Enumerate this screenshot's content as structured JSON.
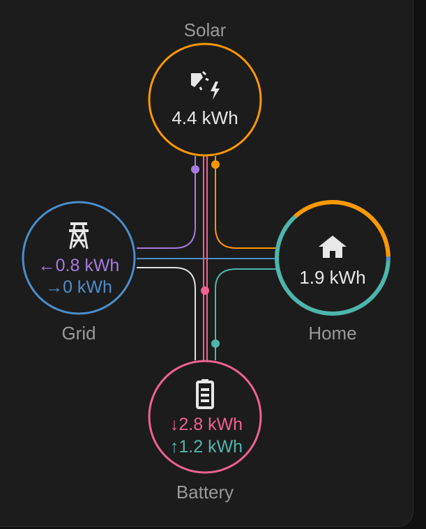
{
  "colors": {
    "solar": "#ff9800",
    "grid_in": "#a77be0",
    "grid_out": "#4c8ecb",
    "grid_circle": "#4c8ecb",
    "battery": "#f06292",
    "battery_in": "#4db6ac",
    "home_solar_arc": "#ff9800",
    "home_battery_arc": "#4db6ac",
    "home_grid_arc": "#4c8ecb"
  },
  "solar": {
    "label": "Solar",
    "value": "4.4 kWh",
    "icon": "solar-power-icon"
  },
  "grid": {
    "label": "Grid",
    "import_arrow": "←",
    "import_value": "0.8 kWh",
    "export_arrow": "→",
    "export_value": "0 kWh",
    "icon": "transmission-tower-icon"
  },
  "home": {
    "label": "Home",
    "value": "1.9 kWh",
    "icon": "home-icon"
  },
  "battery": {
    "label": "Battery",
    "discharge_arrow": "↓",
    "discharge_value": "2.8 kWh",
    "charge_arrow": "↑",
    "charge_value": "1.2 kWh",
    "icon": "battery-icon"
  }
}
